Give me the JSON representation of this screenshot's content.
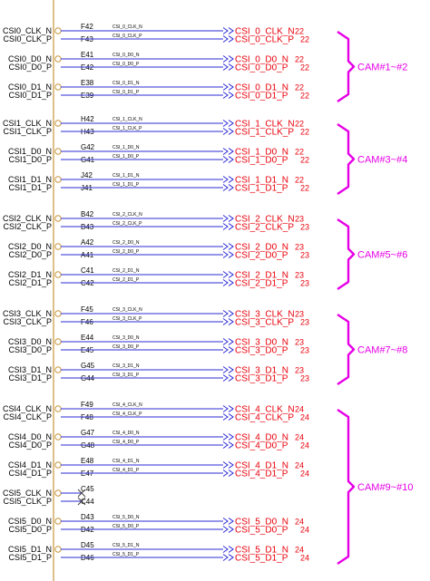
{
  "colors": {
    "wire": "#2b2bd6",
    "port_text": "#e8000b",
    "bracket": "#e600e6",
    "body_edge": "#c8963e",
    "text": "#000000"
  },
  "groups": [
    {
      "pairs": [
        {
          "p1": "CSI0_CLK_N",
          "p2": "CSI0_CLK_P",
          "pad1": "F42",
          "pad2": "F43",
          "net": "CSI_0_CLK_N",
          "net2": "CSI_0_CLK_P",
          "port1": "CSI_0_CLK_N",
          "port2": "CSI_0_CLK_P",
          "page1": "22",
          "page2": "22"
        },
        {
          "p1": "CSI0_D0_N",
          "p2": "CSI0_D0_P",
          "pad1": "E41",
          "pad2": "E42",
          "net": "CSI_0_D0_N",
          "net2": "CSI_0_D0_P",
          "port1": "CSI_0_D0_N",
          "port2": "CSI_0_D0_P",
          "page1": "22",
          "page2": "22"
        },
        {
          "p1": "CSI0_D1_N",
          "p2": "CSI0_D1_P",
          "pad1": "E38",
          "pad2": "E39",
          "net": "CSI_0_D1_N",
          "net2": "CSI_0_D1_P",
          "port1": "CSI_0_D1_N",
          "port2": "CSI_0_D1_P",
          "page1": "22",
          "page2": "22"
        }
      ],
      "cam": "CAM#1~#2"
    },
    {
      "pairs": [
        {
          "p1": "CSI1_CLK_N",
          "p2": "CSI1_CLK_P",
          "pad1": "H42",
          "pad2": "H43",
          "net": "CSI_1_CLK_N",
          "net2": "CSI_1_CLK_P",
          "port1": "CSI_1_CLK_N",
          "port2": "CSI_1_CLK_P",
          "page1": "22",
          "page2": "22"
        },
        {
          "p1": "CSI1_D0_N",
          "p2": "CSI1_D0_P",
          "pad1": "G42",
          "pad2": "G41",
          "net": "CSI_1_D0_N",
          "net2": "CSI_1_D0_P",
          "port1": "CSI_1_D0_N",
          "port2": "CSI_1_D0_P",
          "page1": "22",
          "page2": "22"
        },
        {
          "p1": "CSI1_D1_N",
          "p2": "CSI1_D1_P",
          "pad1": "J42",
          "pad2": "J41",
          "net": "CSI_1_D1_N",
          "net2": "CSI_1_D1_P",
          "port1": "CSI_1_D1_N",
          "port2": "CSI_1_D1_P",
          "page1": "22",
          "page2": "22"
        }
      ],
      "cam": "CAM#3~#4"
    },
    {
      "pairs": [
        {
          "p1": "CSI2_CLK_N",
          "p2": "CSI2_CLK_P",
          "pad1": "B42",
          "pad2": "B43",
          "net": "CSI_2_CLK_N",
          "net2": "CSI_2_CLK_P",
          "port1": "CSI_2_CLK_N",
          "port2": "CSI_2_CLK_P",
          "page1": "23",
          "page2": "23"
        },
        {
          "p1": "CSI2_D0_N",
          "p2": "CSI2_D0_P",
          "pad1": "A42",
          "pad2": "A41",
          "net": "CSI_2_D0_N",
          "net2": "CSI_2_D0_P",
          "port1": "CSI_2_D0_N",
          "port2": "CSI_2_D0_P",
          "page1": "23",
          "page2": "23"
        },
        {
          "p1": "CSI2_D1_N",
          "p2": "CSI2_D1_P",
          "pad1": "C41",
          "pad2": "C42",
          "net": "CSI_2_D1_N",
          "net2": "CSI_2_D1_P",
          "port1": "CSI_2_D1_N",
          "port2": "CSI_2_D1_P",
          "page1": "23",
          "page2": "23"
        }
      ],
      "cam": "CAM#5~#6"
    },
    {
      "pairs": [
        {
          "p1": "CSI3_CLK_N",
          "p2": "CSI3_CLK_P",
          "pad1": "F45",
          "pad2": "F46",
          "net": "CSI_3_CLK_N",
          "net2": "CSI_3_CLK_P",
          "port1": "CSI_3_CLK_N",
          "port2": "CSI_3_CLK_P",
          "page1": "23",
          "page2": "23"
        },
        {
          "p1": "CSI3_D0_N",
          "p2": "CSI3_D0_P",
          "pad1": "E44",
          "pad2": "E45",
          "net": "CSI_3_D0_N",
          "net2": "CSI_3_D0_P",
          "port1": "CSI_3_D0_N",
          "port2": "CSI_3_D0_P",
          "page1": "23",
          "page2": "23"
        },
        {
          "p1": "CSI3_D1_N",
          "p2": "CSI3_D1_P",
          "pad1": "G45",
          "pad2": "G44",
          "net": "CSI_3_D1_N",
          "net2": "CSI_3_D1_P",
          "port1": "CSI_3_D1_N",
          "port2": "CSI_3_D1_P",
          "page1": "23",
          "page2": "23"
        }
      ],
      "cam": "CAM#7~#8"
    },
    {
      "pairs": [
        {
          "p1": "CSI4_CLK_N",
          "p2": "CSI4_CLK_P",
          "pad1": "F49",
          "pad2": "F48",
          "net": "CSI_4_CLK_N",
          "net2": "CSI_4_CLK_P",
          "port1": "CSI_4_CLK_N",
          "port2": "CSI_4_CLK_P",
          "page1": "24",
          "page2": "24"
        },
        {
          "p1": "CSI4_D0_N",
          "p2": "CSI4_D0_P",
          "pad1": "G47",
          "pad2": "G48",
          "net": "CSI_4_D0_N",
          "net2": "CSI_4_D0_P",
          "port1": "CSI_4_D0_N",
          "port2": "CSI_4_D0_P",
          "page1": "24",
          "page2": "24"
        },
        {
          "p1": "CSI4_D1_N",
          "p2": "CSI4_D1_P",
          "pad1": "E48",
          "pad2": "E47",
          "net": "CSI_4_D1_N",
          "net2": "CSI_4_D1_P",
          "port1": "CSI_4_D1_N",
          "port2": "CSI_4_D1_P",
          "page1": "24",
          "page2": "24"
        },
        {
          "p1": "CSI5_CLK_N",
          "p2": "CSI5_CLK_P",
          "pad1": "C45",
          "pad2": "C44",
          "nc": true
        },
        {
          "p1": "CSI5_D0_N",
          "p2": "CSI5_D0_P",
          "pad1": "D43",
          "pad2": "D42",
          "net": "CSI_5_D0_N",
          "net2": "CSI_5_D0_P",
          "port1": "CSI_5_D0_N",
          "port2": "CSI_5_D0_P",
          "page1": "24",
          "page2": "24"
        },
        {
          "p1": "CSI5_D1_N",
          "p2": "CSI5_D1_P",
          "pad1": "D45",
          "pad2": "D46",
          "net": "CSI_5_D1_N",
          "net2": "CSI_5_D1_P",
          "port1": "CSI_5_D1_N",
          "port2": "CSI_5_D1_P",
          "page1": "24",
          "page2": "24"
        }
      ],
      "cam": "CAM#9~#10"
    }
  ]
}
